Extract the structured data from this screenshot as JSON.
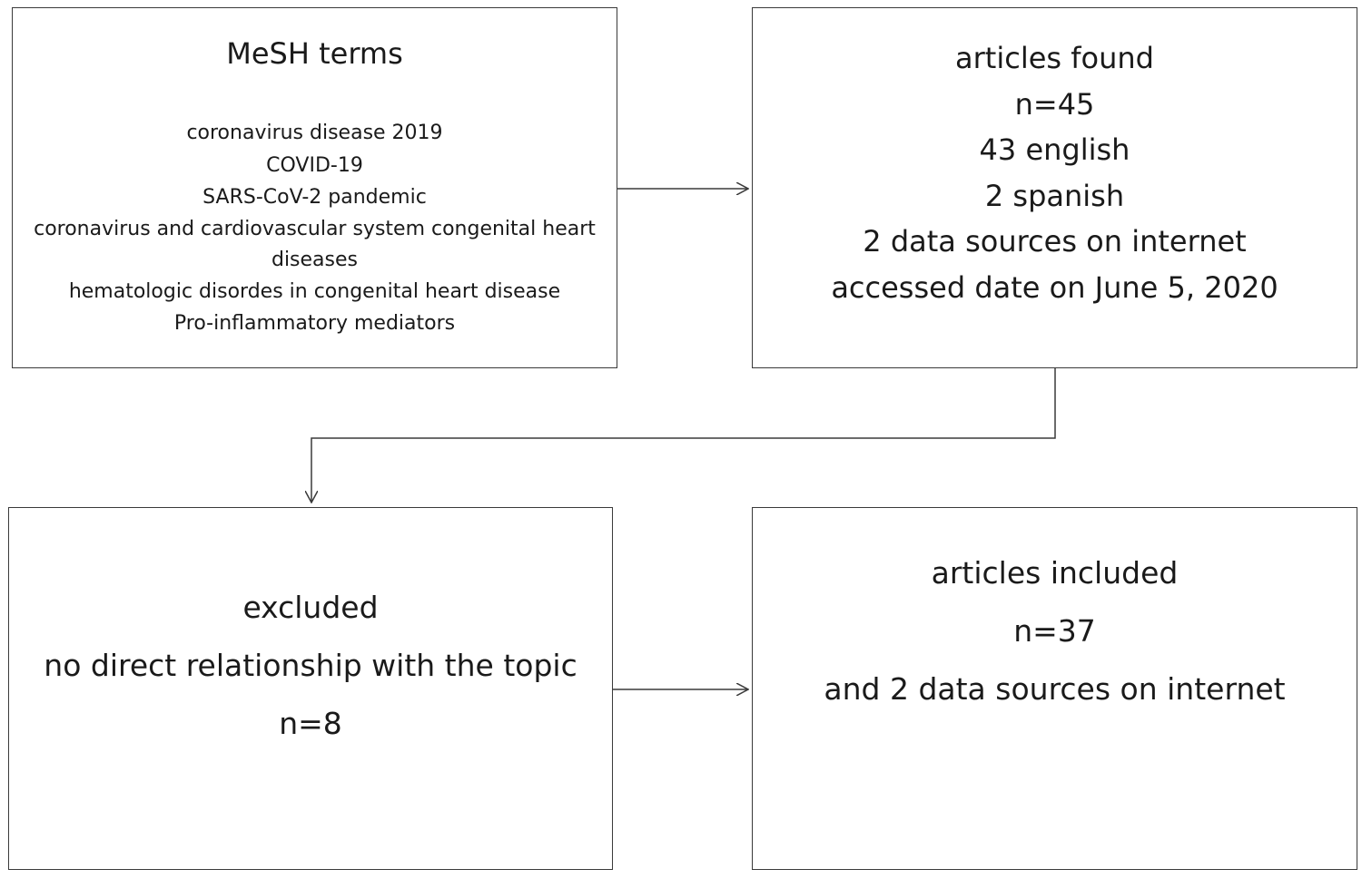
{
  "mesh_box": {
    "title": "MeSH terms",
    "terms": [
      "coronavirus disease 2019",
      "COVID-19",
      "SARS-CoV-2 pandemic",
      "coronavirus and cardiovascular system congenital heart diseases",
      "hematologic disordes in congenital heart disease",
      "Pro-inflammatory mediators"
    ]
  },
  "found_box": {
    "lines": [
      "articles found",
      "n=45",
      "43 english",
      "2 spanish",
      "2 data sources on internet",
      "accessed date on June 5, 2020"
    ]
  },
  "excluded_box": {
    "lines": [
      "excluded",
      "no direct relationship with the topic",
      "n=8"
    ]
  },
  "included_box": {
    "lines": [
      "articles included",
      "n=37",
      "and 2 data sources on internet"
    ]
  },
  "colors": {
    "line": "#3a3a3a",
    "text": "#1a1a1a"
  }
}
